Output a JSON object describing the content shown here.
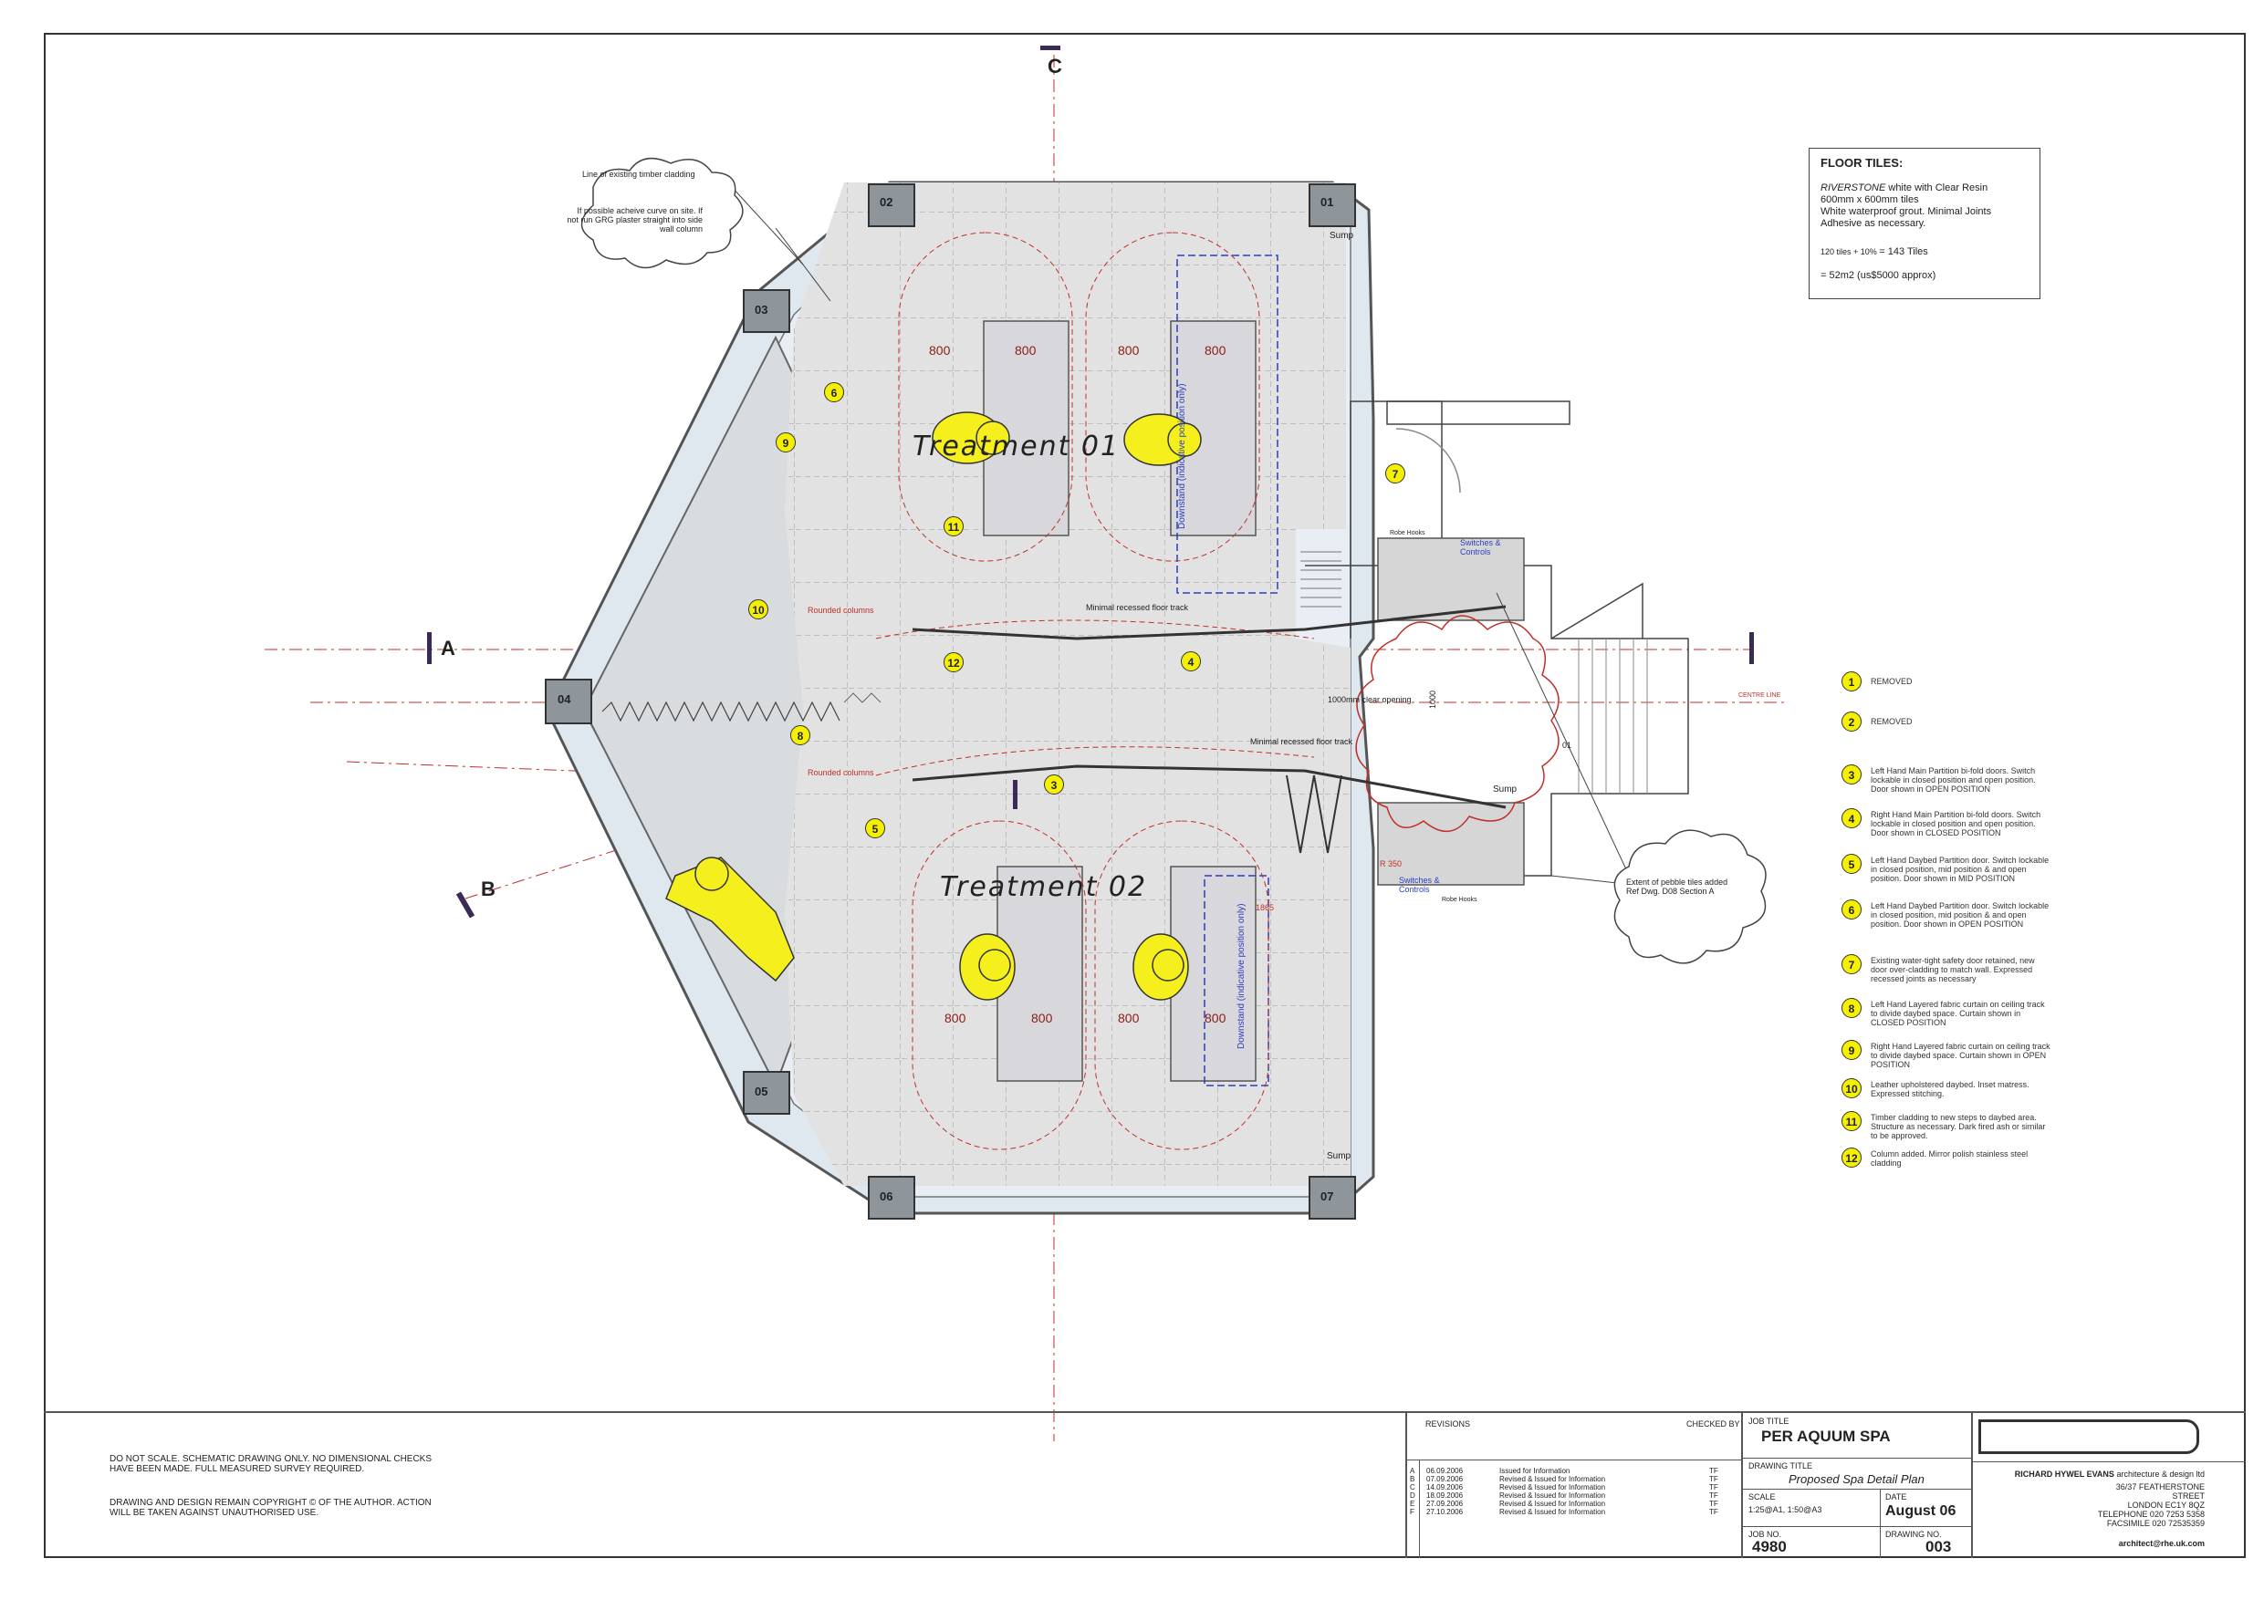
{
  "rooms": {
    "treatment_01": "Treatment 01",
    "treatment_02": "Treatment 02"
  },
  "section_marks": {
    "a": "A",
    "b": "B",
    "c": "C"
  },
  "columns": [
    "01",
    "02",
    "03",
    "04",
    "05",
    "06",
    "07"
  ],
  "plan_labels": {
    "cladding_note": "Line of existing timber cladding",
    "curve_note": "If possible acheive curve on site. If not run GRG plaster straight into side wall column",
    "sump_top": "Sump",
    "sump_mid": "Sump",
    "sump_bottom": "Sump",
    "downstand_top": "Downstand (indicative position only)",
    "downstand_bottom": "Downstand (indicative position only)",
    "floor_track_top": "Minimal recessed floor track",
    "floor_track_bottom": "Minimal recessed floor track",
    "clear_opening": "1000mm clear opening",
    "rounded_columns_top": "Rounded columns",
    "rounded_columns_bottom": "Rounded columns",
    "switches_top": "Switches & Controls",
    "switches_bottom": "Switches & Controls",
    "robe_hooks_top": "Robe Hooks",
    "robe_hooks_bottom": "Robe Hooks",
    "centre_line": "CENTRE LINE",
    "pebble_note": "Extent of pebble tiles added Ref Dwg. D08 Section A",
    "r350": "R 350",
    "dim_1865": "1865",
    "dim_01": "01",
    "dim_1000": "1000"
  },
  "dims_800": [
    "800",
    "800",
    "800",
    "800",
    "800",
    "800",
    "800",
    "800"
  ],
  "plan_markers": [
    "1",
    "2",
    "3",
    "4",
    "5",
    "6",
    "7",
    "8",
    "9",
    "10",
    "11",
    "12"
  ],
  "floor_tiles": {
    "heading": "FLOOR TILES:",
    "line1_brand": "RIVERSTONE",
    "line1_rest": " white with Clear Resin",
    "line2": "600mm x 600mm tiles",
    "line3": "White waterproof grout. Minimal Joints",
    "line4": "Adhesive as necessary.",
    "calc_left": "120 tiles + 10% ",
    "calc_right": "= 143 Tiles",
    "area": "= 52m2 (us$5000 approx)"
  },
  "notes": [
    {
      "num": "1",
      "text": "REMOVED"
    },
    {
      "num": "2",
      "text": "REMOVED"
    },
    {
      "num": "3",
      "text": "Left Hand Main Partition bi-fold doors. Switch lockable in closed position and open position. Door shown in OPEN POSITION"
    },
    {
      "num": "4",
      "text": "Right Hand Main Partition bi-fold doors. Switch lockable in closed position and open position. Door shown in CLOSED POSITION"
    },
    {
      "num": "5",
      "text": "Left Hand Daybed Partition door. Switch lockable in closed position, mid position & and open position. Door shown in MID POSITION"
    },
    {
      "num": "6",
      "text": "Left Hand Daybed Partition door. Switch lockable in closed position, mid position & and open position. Door shown in OPEN POSITION"
    },
    {
      "num": "7",
      "text": "Existing water-tight safety door retained, new door over-cladding to match wall. Expressed recessed joints as necessary"
    },
    {
      "num": "8",
      "text": "Left Hand Layered fabric curtain on ceiling track to divide daybed space. Curtain shown in CLOSED POSITION"
    },
    {
      "num": "9",
      "text": "Right Hand Layered fabric curtain on ceiling track to divide daybed space. Curtain shown in OPEN POSITION"
    },
    {
      "num": "10",
      "text": "Leather upholstered daybed. Inset matress. Expressed stitching."
    },
    {
      "num": "11",
      "text": "Timber cladding to new steps to daybed area. Structure as necessary. Dark fired ash or similar to be approved."
    },
    {
      "num": "12",
      "text": "Column added. Mirror polish stainless steel cladding"
    }
  ],
  "title_block": {
    "disclaimer1": "DO NOT SCALE. SCHEMATIC DRAWING ONLY. NO DIMENSIONAL CHECKS HAVE BEEN MADE. FULL MEASURED SURVEY REQUIRED.",
    "disclaimer2": "DRAWING AND DESIGN REMAIN COPYRIGHT © OF THE AUTHOR. ACTION WILL BE TAKEN AGAINST UNAUTHORISED USE.",
    "revisions_label": "REVISIONS",
    "checked_by_label": "CHECKED BY",
    "revisions": [
      {
        "letter": "A",
        "date": "06.09.2006",
        "desc": "Issued for Information",
        "by": "TF"
      },
      {
        "letter": "B",
        "date": "07.09.2006",
        "desc": "Revised & Issued for Information",
        "by": "TF"
      },
      {
        "letter": "C",
        "date": "14.09.2006",
        "desc": "Revised & Issued for Information",
        "by": "TF"
      },
      {
        "letter": "D",
        "date": "18.09.2006",
        "desc": "Revised & Issued for Information",
        "by": "TF"
      },
      {
        "letter": "E",
        "date": "27.09.2006",
        "desc": "Revised & Issued for Information",
        "by": "TF"
      },
      {
        "letter": "F",
        "date": "27.10.2006",
        "desc": "Revised & Issued for Information",
        "by": "TF"
      }
    ],
    "job_title_label": "JOB TITLE",
    "job_title": "PER AQUUM SPA",
    "drawing_title_label": "DRAWING TITLE",
    "drawing_title": "Proposed Spa Detail Plan",
    "scale_label": "SCALE",
    "scale": "1:25@A1, 1:50@A3",
    "date_label": "DATE",
    "date": "August 06",
    "job_no_label": "JOB NO.",
    "job_no": "4980",
    "drawing_no_label": "DRAWING NO.",
    "drawing_no": "003",
    "firm_name": "RICHARD HYWEL EVANS",
    "firm_suffix": " architecture & design ltd",
    "address1": "36/37 FEATHERSTONE",
    "address2": "STREET",
    "address3": "LONDON EC1Y 8QZ",
    "telephone": "TELEPHONE 020 7253 5358",
    "facsimile": "FACSIMILE 020 72535359",
    "email": "architect@rhe.uk.com"
  }
}
